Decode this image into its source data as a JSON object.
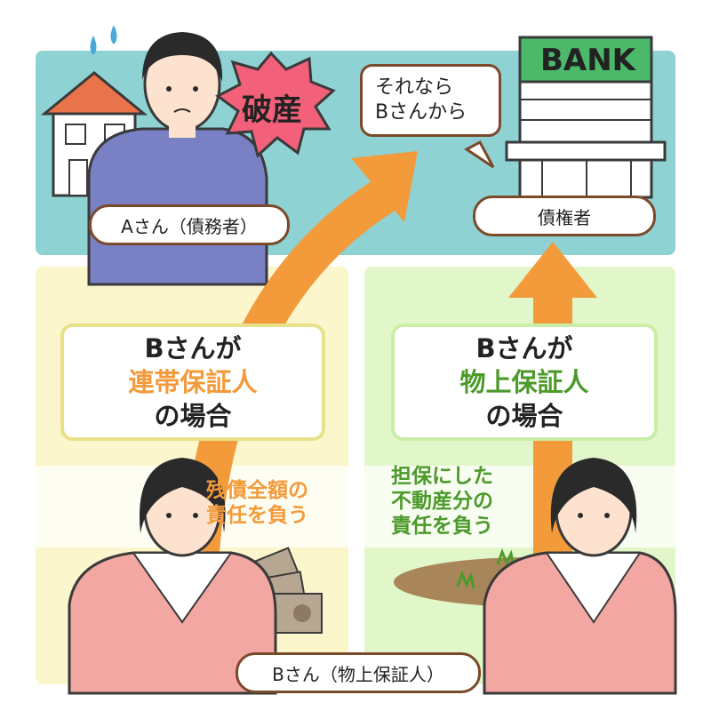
{
  "debtor": {
    "label": "Aさん（債務者）",
    "status": "破産"
  },
  "creditor": {
    "label": "債権者",
    "sign": "BANK",
    "speech_line1": "それなら",
    "speech_line2": "Bさんから"
  },
  "joint_guarantor": {
    "line1": "Bさんが",
    "line2": "連帯保証人",
    "line3": "の場合",
    "note_line1": "残債全額の",
    "note_line2": "責任を負う"
  },
  "real_guarantor": {
    "line1": "Bさんが",
    "line2": "物上保証人",
    "line3": "の場合",
    "note_line1": "担保にした",
    "note_line2": "不動産分の",
    "note_line3": "責任を負う"
  },
  "bottom": {
    "label": "Bさん（物上保証人）"
  },
  "colors": {
    "orange": "#f39a3a",
    "green": "#4c9a2a",
    "teal_panel": "#8fd2d4",
    "yellow_panel": "#fbf6cc",
    "green_panel": "#e2f7c9",
    "burst": "#f2607a"
  }
}
